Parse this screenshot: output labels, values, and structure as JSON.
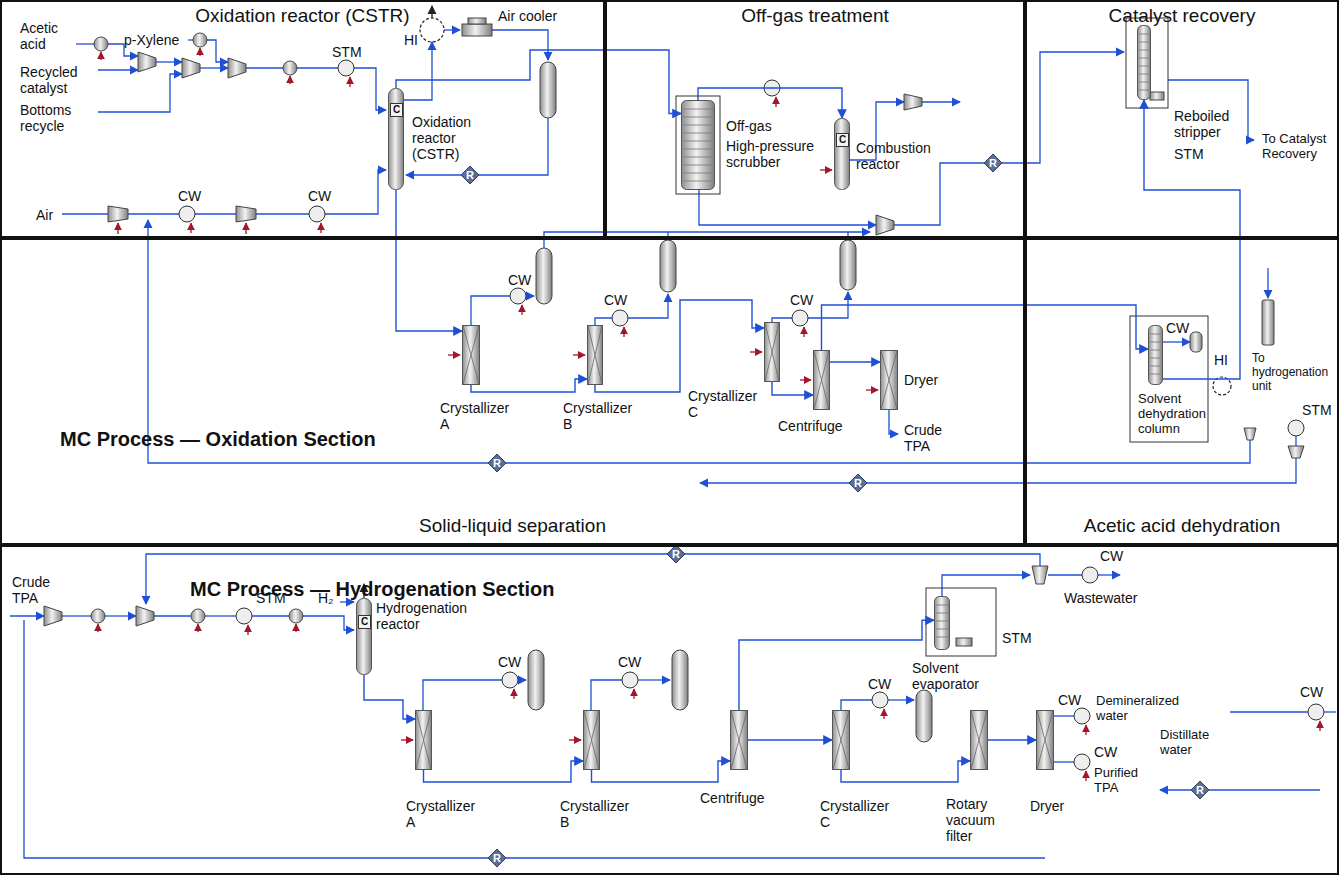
{
  "diagram": {
    "nodes": [
      {
        "text": [
          "Oxidation reactor (CSTR)"
        ]
      },
      {
        "text": [
          "Oxidation reactor (CSTR)"
        ],
        "in": 0
      },
      {
        "text": [
          "Off-gas treatment"
        ]
      },
      {
        "text": [
          "High-pressure scrubber"
        ],
        "in": 2
      },
      {
        "text": [
          "Combustion reactor"
        ],
        "in": 2
      },
      {
        "text": [
          "Catalyst recovery"
        ]
      },
      {
        "text": [
          "Reboiled stripper"
        ],
        "in": 5
      },
      {
        "text": [
          "Solid-liquid separation"
        ]
      },
      {
        "text": [
          "Crystallizer A"
        ],
        "in": 7
      },
      {
        "text": [
          "Crystallizer B"
        ],
        "in": 7
      },
      {
        "text": [
          "Crystallizer C"
        ],
        "in": 7
      },
      {
        "text": [
          "Centrifuge"
        ],
        "in": 7
      },
      {
        "text": [
          "Dryer"
        ],
        "in": 7
      },
      {
        "text": [
          "Acetic acid dehydration"
        ]
      },
      {
        "text": [
          "Solvent dehydration column"
        ],
        "in": 13
      },
      {
        "text": [
          "MC Process — Hydrogenation Section"
        ]
      },
      {
        "text": [
          "Hydrogenation reactor"
        ],
        "in": 15
      },
      {
        "text": [
          "Crystallizer A"
        ],
        "in": 15
      },
      {
        "text": [
          "Crystallizer B"
        ],
        "in": 15
      },
      {
        "text": [
          "Centrifuge"
        ],
        "in": 15
      },
      {
        "text": [
          "Crystallizer C"
        ],
        "in": 15
      },
      {
        "text": [
          "Rotary vacuum filter"
        ],
        "in": 15
      },
      {
        "text": [
          "Dryer"
        ],
        "in": 15
      },
      {
        "text": [
          "Solvent evaporator"
        ],
        "in": 15
      }
    ],
    "edges": [
      {
        "from": 1,
        "to": 8,
        "arrow": "to"
      },
      {
        "from": 8,
        "to": 9,
        "arrow": "to"
      },
      {
        "from": 9,
        "to": 10,
        "arrow": "to"
      },
      {
        "from": 10,
        "to": 11,
        "arrow": "to"
      },
      {
        "from": 11,
        "to": 12,
        "arrow": "to"
      },
      {
        "from": 1,
        "to": 3,
        "arrow": "to"
      },
      {
        "from": 3,
        "to": 4,
        "arrow": "to"
      },
      {
        "from": 11,
        "to": 14,
        "arrow": "to"
      },
      {
        "from": 14,
        "to": 6,
        "arrow": "to"
      },
      {
        "from": 16,
        "to": 17,
        "arrow": "to"
      },
      {
        "from": 17,
        "to": 18,
        "arrow": "to"
      },
      {
        "from": 18,
        "to": 19,
        "arrow": "to"
      },
      {
        "from": 19,
        "to": 20,
        "arrow": "to"
      },
      {
        "from": 20,
        "to": 21,
        "arrow": "to"
      },
      {
        "from": 21,
        "to": 22,
        "arrow": "to"
      },
      {
        "from": 19,
        "to": 23,
        "arrow": "to"
      }
    ],
    "labels": [
      "Acetic acid",
      "p-Xylene",
      "Recycled catalyst",
      "Bottoms recycle",
      "Air",
      "STM",
      "CW",
      "CW",
      "HI",
      "Air cooler",
      "Off-gas",
      "STM",
      "To Catalyst Recovery",
      "CW",
      "CW",
      "CW",
      "Crude TPA",
      "MC Process — Oxidation Section",
      "CW",
      "HI",
      "To hydrogenation unit",
      "STM",
      "Crude TPA",
      "STM",
      "H₂",
      "CW",
      "CW",
      "STM",
      "Wastewater",
      "CW",
      "CW",
      "CW",
      "Demineralized water",
      "Distillate water",
      "CW",
      "Purified TPA",
      "CW",
      "R",
      "R",
      "R",
      "R",
      "R",
      "R",
      "R",
      "C",
      "C",
      "C"
    ]
  }
}
